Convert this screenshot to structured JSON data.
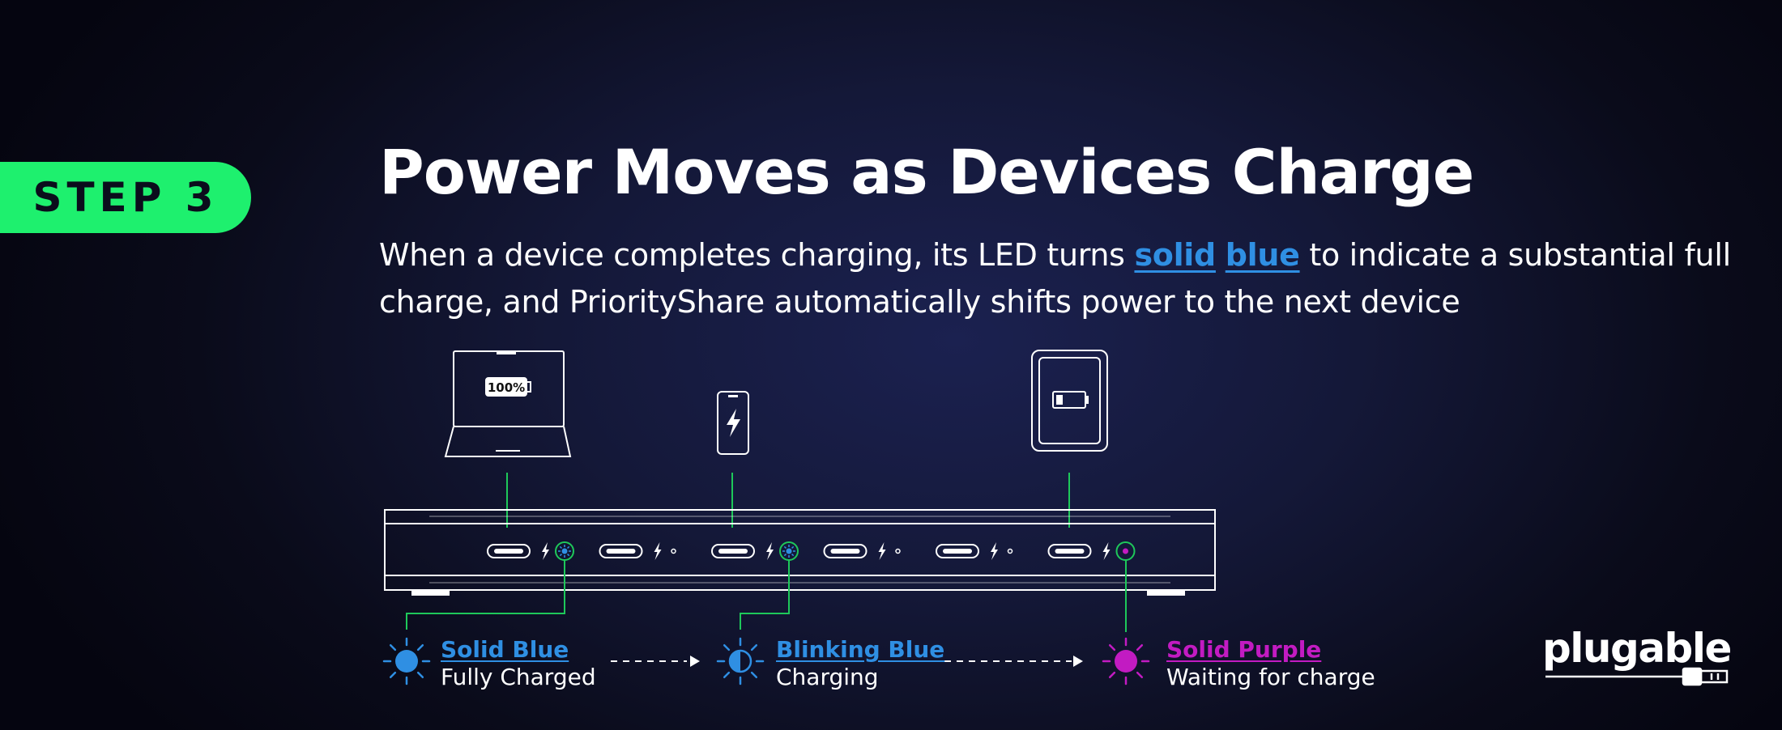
{
  "badge": {
    "label": "STEP 3"
  },
  "title": "Power Moves as Devices Charge",
  "description": {
    "before": "When a device completes charging, its LED turns ",
    "highlight_1": "solid",
    "space": " ",
    "highlight_2": "blue",
    "after": " to indicate a substantial full charge, and PriorityShare automatically shifts power to the next device"
  },
  "devices": {
    "laptop": {
      "icon": "laptop-icon",
      "battery_label": "100%"
    },
    "phone": {
      "icon": "phone-charging-icon"
    },
    "tablet": {
      "icon": "tablet-low-battery-icon"
    }
  },
  "legend": [
    {
      "title": "Solid Blue",
      "subtitle": "Fully Charged",
      "color": "#2f8fe3",
      "icon": "led-solid-blue-icon"
    },
    {
      "title": "Blinking Blue",
      "subtitle": "Charging",
      "color": "#2f8fe3",
      "icon": "led-blinking-blue-icon"
    },
    {
      "title": "Solid Purple",
      "subtitle": "Waiting for charge",
      "color": "#c21bc2",
      "icon": "led-solid-purple-icon"
    }
  ],
  "brand": {
    "name": "plugable"
  },
  "colors": {
    "accent_green": "#1ef06e",
    "connector_green": "#1ec85a",
    "blue": "#2f8fe3",
    "purple": "#c21bc2",
    "background": "#141838"
  }
}
